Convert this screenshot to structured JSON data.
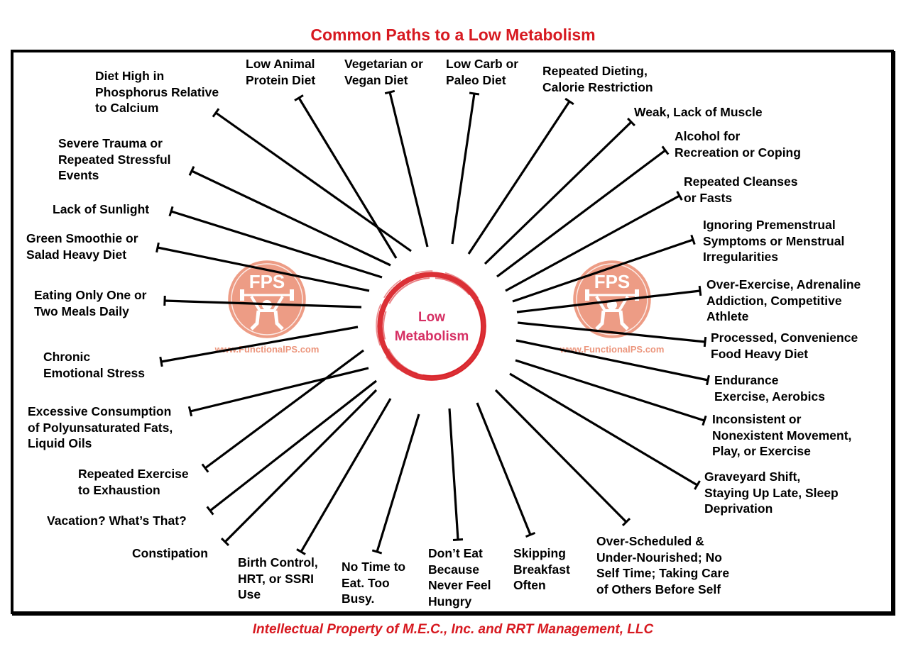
{
  "title": "Common Paths to a Low Metabolism",
  "footer": "Intellectual Property of M.E.C., Inc. and RRT Management, LLC",
  "center": "Low\nMetabolism",
  "logo": {
    "text": "FPS",
    "url": "www.FunctionalPS.com"
  },
  "colors": {
    "accent": "#d71920",
    "logo": "#ea8b70",
    "center_text": "#d63064"
  },
  "causes": [
    {
      "id": "phosphorus",
      "text": "Diet High in\nPhosphorus Relative\nto Calcium"
    },
    {
      "id": "low-animal-protein",
      "text": "Low Animal\nProtein Diet"
    },
    {
      "id": "vegetarian",
      "text": "Vegetarian or\nVegan Diet"
    },
    {
      "id": "low-carb",
      "text": "Low Carb or\nPaleo Diet"
    },
    {
      "id": "repeated-dieting",
      "text": "Repeated Dieting,\nCalorie Restriction"
    },
    {
      "id": "weak-muscle",
      "text": "Weak, Lack of Muscle"
    },
    {
      "id": "alcohol",
      "text": "Alcohol for\nRecreation or Coping"
    },
    {
      "id": "cleanses",
      "text": "Repeated Cleanses\nor Fasts"
    },
    {
      "id": "premenstrual",
      "text": "Ignoring Premenstrual\nSymptoms or Menstrual\nIrregularities"
    },
    {
      "id": "over-exercise",
      "text": "Over-Exercise, Adrenaline\nAddiction, Competitive\nAthlete"
    },
    {
      "id": "processed-food",
      "text": "Processed, Convenience\nFood Heavy Diet"
    },
    {
      "id": "endurance",
      "text": "Endurance\n Exercise, Aerobics"
    },
    {
      "id": "inconsistent-movement",
      "text": "Inconsistent or\nNonexistent Movement,\nPlay, or Exercise"
    },
    {
      "id": "graveyard-shift",
      "text": "Graveyard Shift,\nStaying Up Late, Sleep\nDeprivation"
    },
    {
      "id": "over-scheduled",
      "text": "Over-Scheduled &\nUnder-Nourished; No\nSelf Time; Taking Care\nof Others Before Self"
    },
    {
      "id": "skipping-breakfast",
      "text": "Skipping\nBreakfast\nOften"
    },
    {
      "id": "never-hungry",
      "text": "Don’t Eat\nBecause\nNever Feel\nHungry"
    },
    {
      "id": "no-time",
      "text": "No Time to\nEat. Too\nBusy."
    },
    {
      "id": "birth-control",
      "text": "Birth Control,\nHRT, or SSRI\nUse"
    },
    {
      "id": "constipation",
      "text": "Constipation"
    },
    {
      "id": "vacation",
      "text": "Vacation? What’s That?"
    },
    {
      "id": "exercise-exhaustion",
      "text": "Repeated Exercise\nto Exhaustion"
    },
    {
      "id": "pufa",
      "text": "Excessive Consumption\nof Polyunsaturated Fats,\nLiquid Oils"
    },
    {
      "id": "emotional-stress",
      "text": "Chronic\nEmotional Stress"
    },
    {
      "id": "one-meal",
      "text": "Eating Only One or\nTwo Meals Daily"
    },
    {
      "id": "green-smoothie",
      "text": "Green Smoothie or\nSalad Heavy Diet"
    },
    {
      "id": "sunlight",
      "text": "Lack of Sunlight"
    },
    {
      "id": "trauma",
      "text": "Severe Trauma or\nRepeated Stressful\nEvents"
    }
  ]
}
